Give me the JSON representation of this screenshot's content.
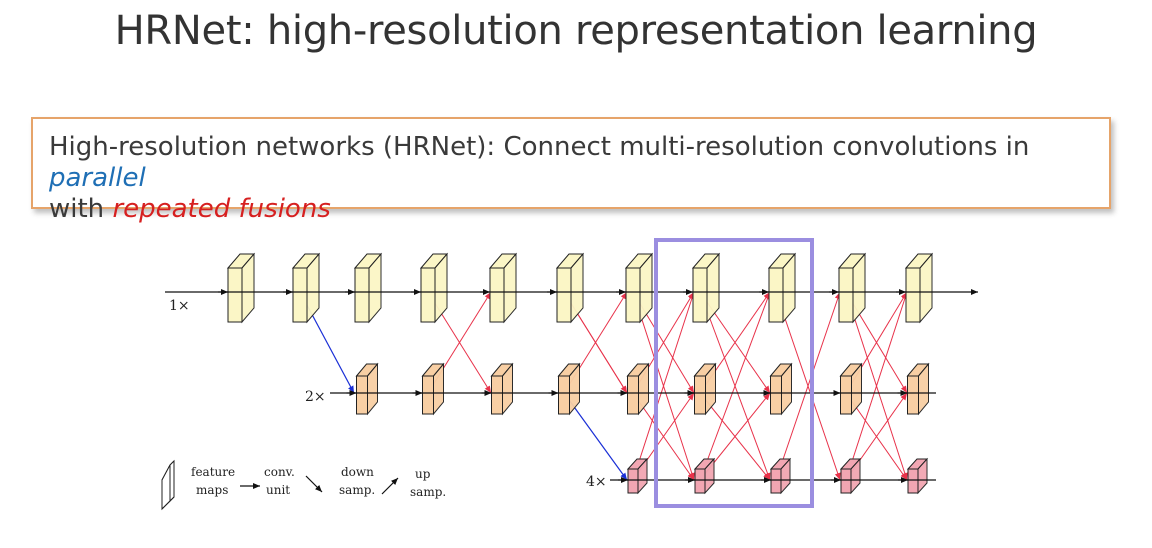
{
  "title": "HRNet: high-resolution representation learning",
  "callout": {
    "text_plain_1": "High-resolution networks (HRNet): Connect multi-resolution convolutions in ",
    "text_emph_1": "parallel",
    "text_plain_2": "with ",
    "text_emph_2": "repeated fusions"
  },
  "diagram": {
    "branch_labels": [
      "1×",
      "2×",
      "4×"
    ],
    "legend": {
      "feature_maps": [
        "feature",
        "maps"
      ],
      "conv_unit": [
        "conv.",
        "unit"
      ],
      "down_samp": [
        "down",
        "samp."
      ],
      "up_samp": [
        "up",
        "samp."
      ]
    },
    "colors": {
      "res1_fill": "#fbf6c6",
      "res2_fill": "#f8cfa4",
      "res3_fill": "#f2a6b2",
      "fusion_line": "#e8324a",
      "downsample_line": "#1a2fd6",
      "highlight_box": "#9b8ee0"
    }
  }
}
